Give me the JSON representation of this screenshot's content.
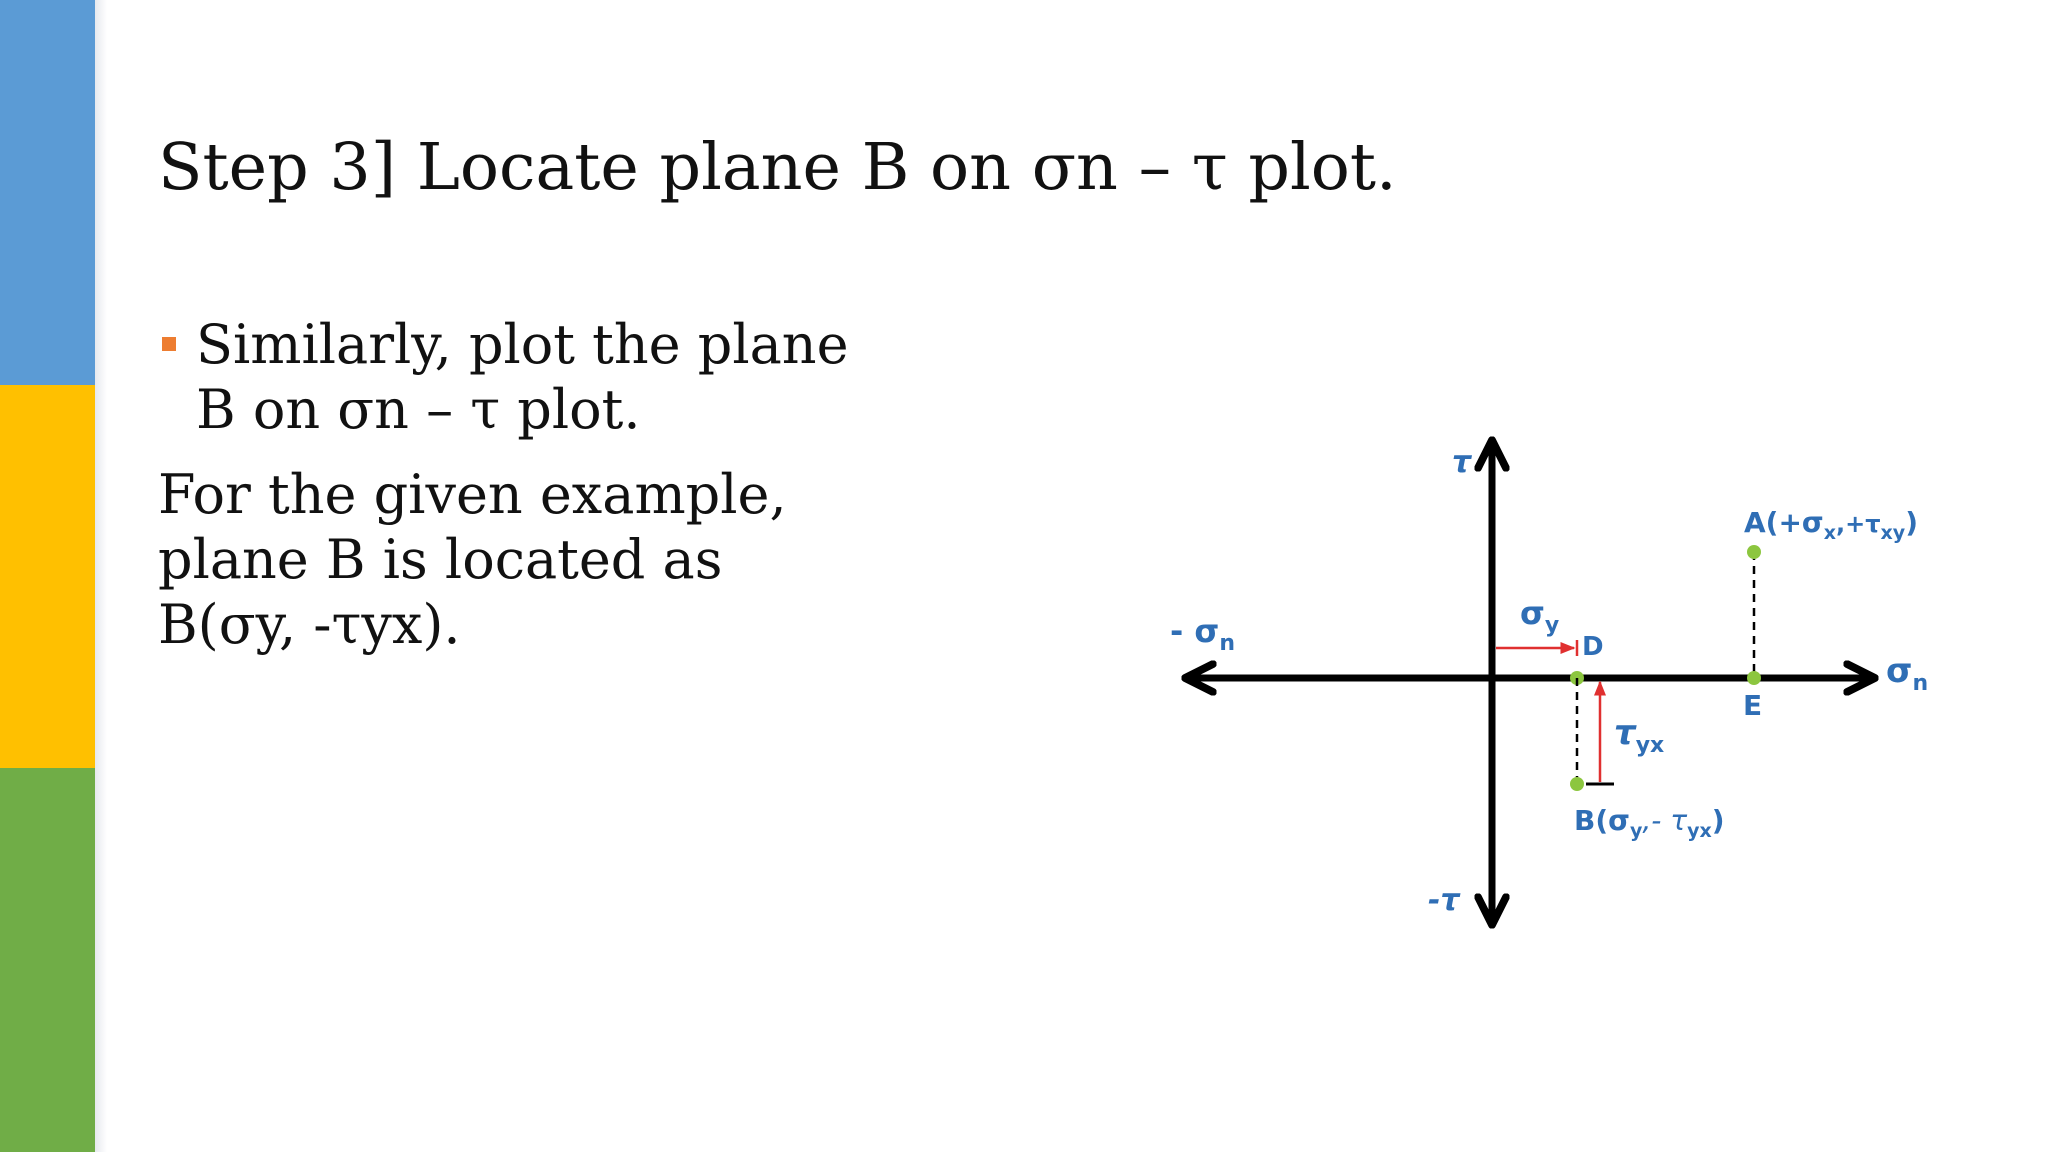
{
  "slide": {
    "title": "Step 3] Locate plane B on σn – τ plot.",
    "bullet": {
      "line1": "Similarly, plot the plane",
      "line2": "B on σn – τ plot."
    },
    "paragraph": {
      "line1": "For the given example,",
      "line2": "plane B is located as",
      "line3": "B(σy, -τyx)."
    }
  },
  "colors": {
    "band_blue": "#5b9bd5",
    "band_yellow": "#ffc000",
    "band_green": "#70ad47",
    "bullet_orange": "#ed7d31",
    "label_blue": "#2f6eb5",
    "marker_red": "#e03030",
    "point_green": "#8cc63f"
  },
  "diagram": {
    "axis_labels": {
      "tau": "τ",
      "neg_tau": "-τ",
      "neg_sigma_prefix": "- σ",
      "sigma_sub": "n",
      "sigma": "σ"
    },
    "point_a": {
      "main": "A(+σ",
      "sub1": "x",
      "mid": ",+τ",
      "sub2": "xy",
      "end": ")"
    },
    "point_b": {
      "main": "B(σ",
      "sub1": "y",
      "mid": ",- τ",
      "sub2": "yx",
      "end": ")"
    },
    "point_d": "D",
    "point_e": "E",
    "sigma_y": {
      "main": "σ",
      "sub": "y"
    },
    "tau_yx": {
      "main": "τ",
      "sub": "yx"
    }
  }
}
